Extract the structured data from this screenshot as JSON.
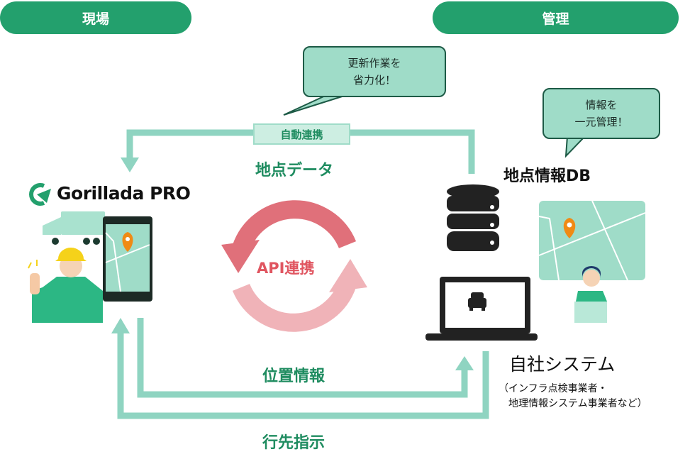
{
  "headers": {
    "field": "現場",
    "management": "管理"
  },
  "bubbles": {
    "update": [
      "更新作業を",
      "省力化！"
    ],
    "central": [
      "情報を",
      "一元管理！"
    ]
  },
  "flows": {
    "auto_sync_tag": "自動連携",
    "point_data": "地点データ",
    "location_info": "位置情報",
    "destination": "行先指示"
  },
  "center": {
    "api_label": "API連携"
  },
  "app": {
    "logo_text": "Gorillada PRO"
  },
  "right": {
    "db_label": "地点情報DB",
    "system_label": "自社システム",
    "system_note": [
      "（インフラ点検事業者・",
      "地理情報システム事業者など）"
    ]
  },
  "colors": {
    "accent": "#23a06d",
    "arrow": "#8fd4c1",
    "text_green": "#1f8c60",
    "bubble": "#9fdcc8",
    "pin": "#f08a14",
    "api_red": "#e0707a"
  }
}
